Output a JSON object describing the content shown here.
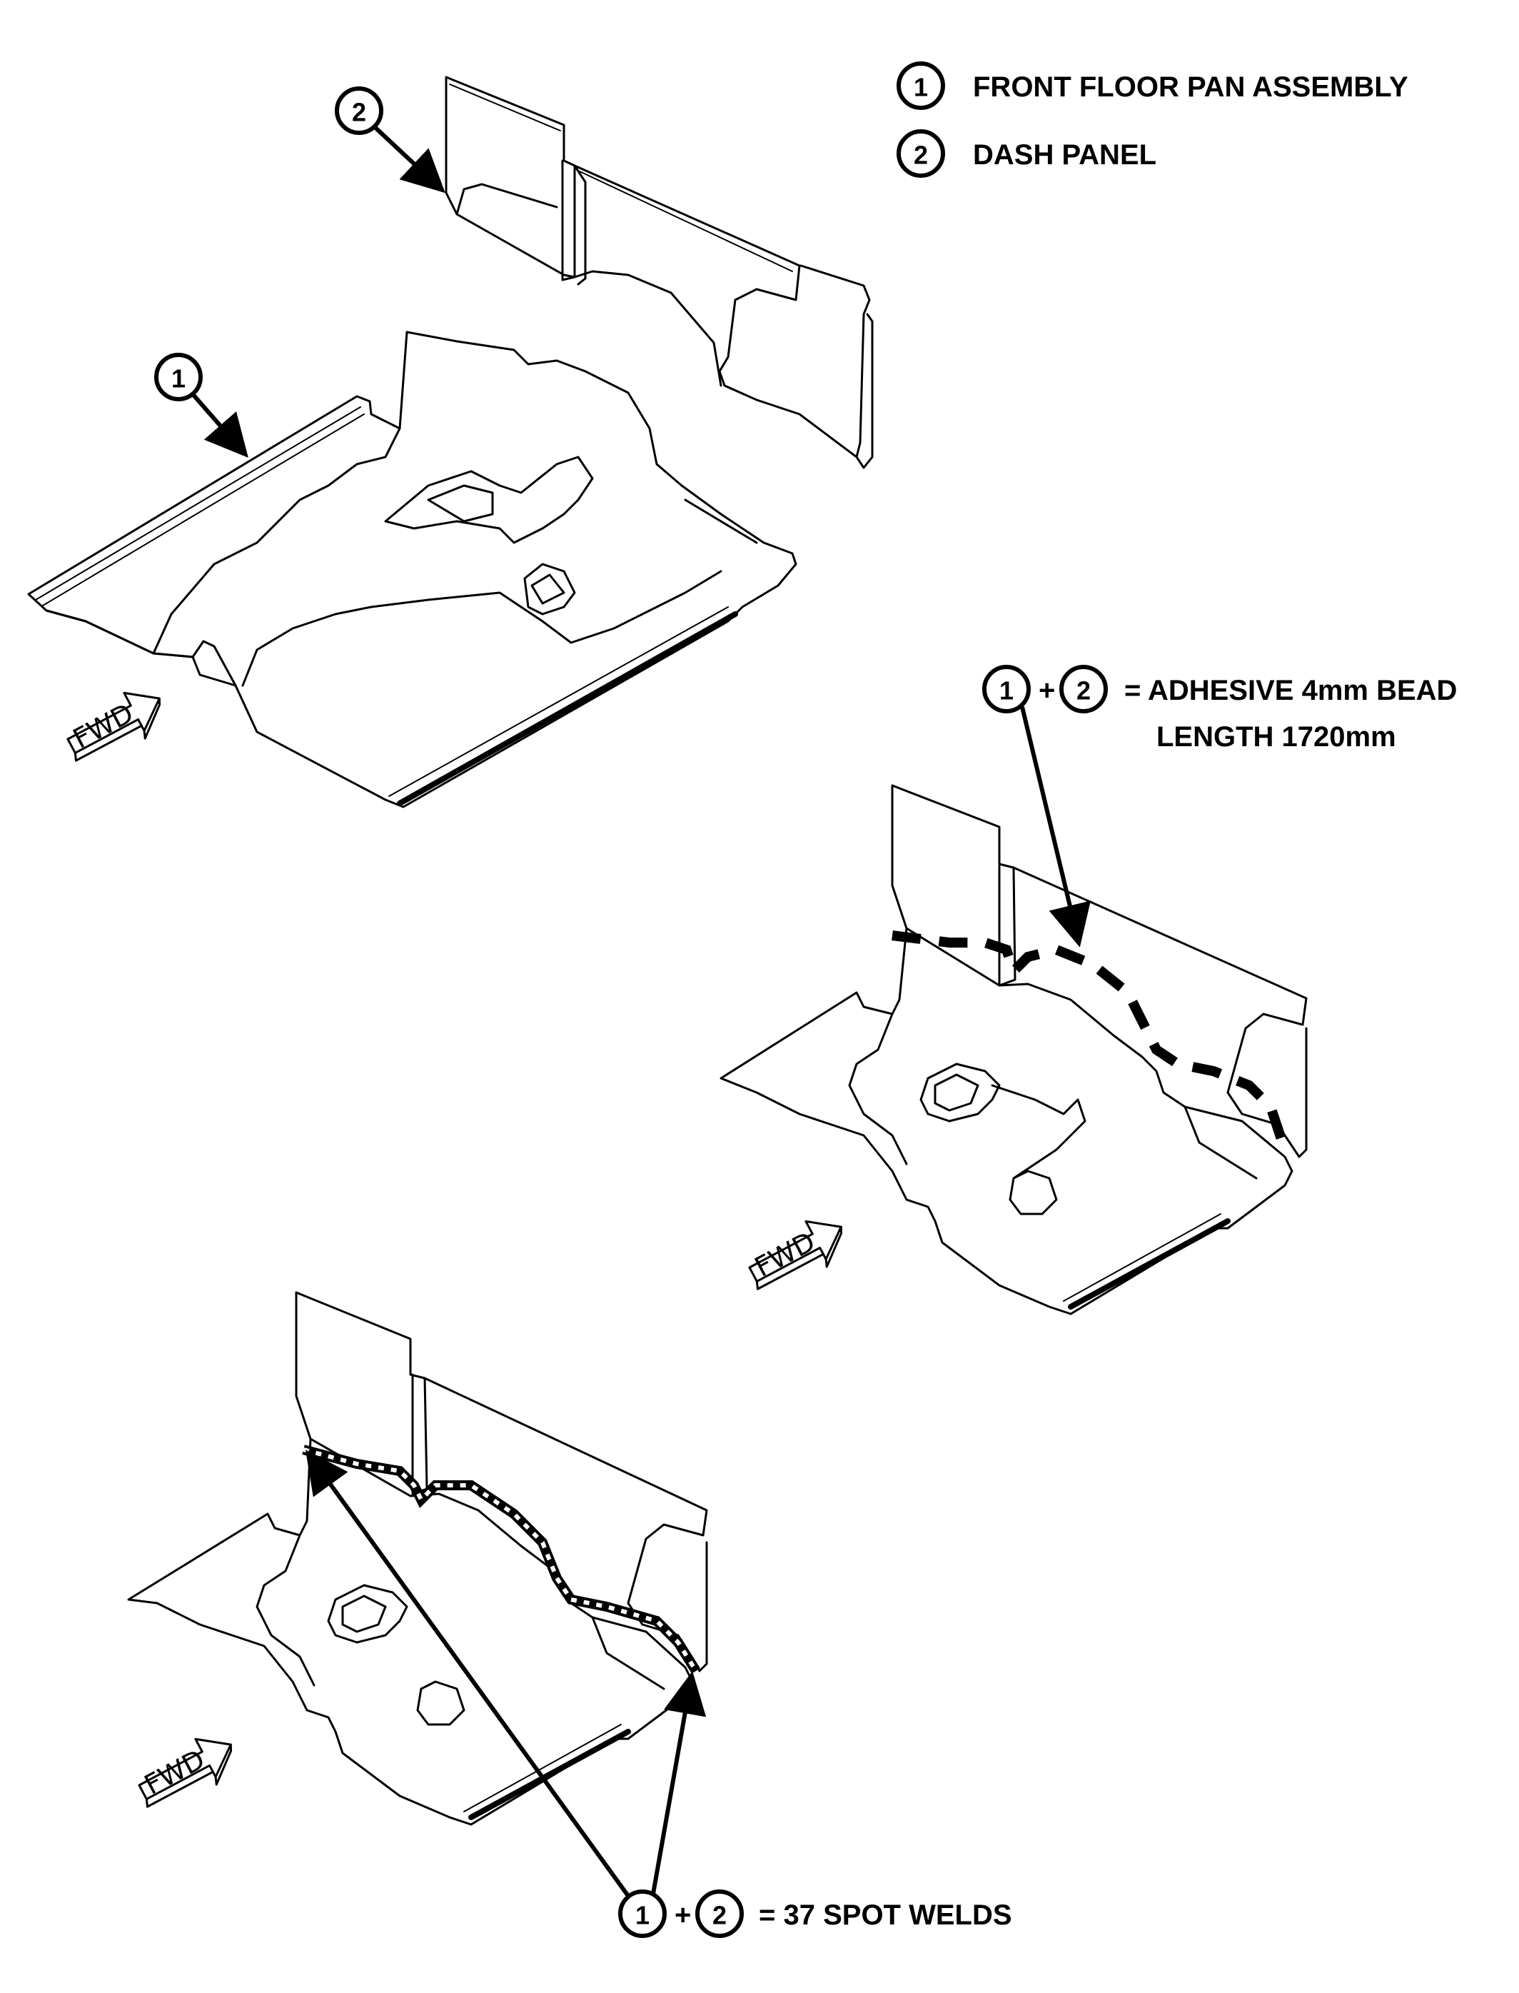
{
  "legend": {
    "items": [
      {
        "num": "1",
        "label": "FRONT FLOOR PAN ASSEMBLY"
      },
      {
        "num": "2",
        "label": "DASH PANEL"
      }
    ]
  },
  "view1": {
    "callout_dash": "2",
    "callout_floor": "1",
    "fwd_label": "FWD"
  },
  "view2": {
    "callout_a": "1",
    "plus": "+",
    "callout_b": "2",
    "note_line1": "= ADHESIVE 4mm BEAD",
    "note_line2": "LENGTH 1720mm",
    "fwd_label": "FWD"
  },
  "view3": {
    "callout_a": "1",
    "plus": "+",
    "callout_b": "2",
    "note": "= 37 SPOT WELDS",
    "fwd_label": "FWD"
  }
}
